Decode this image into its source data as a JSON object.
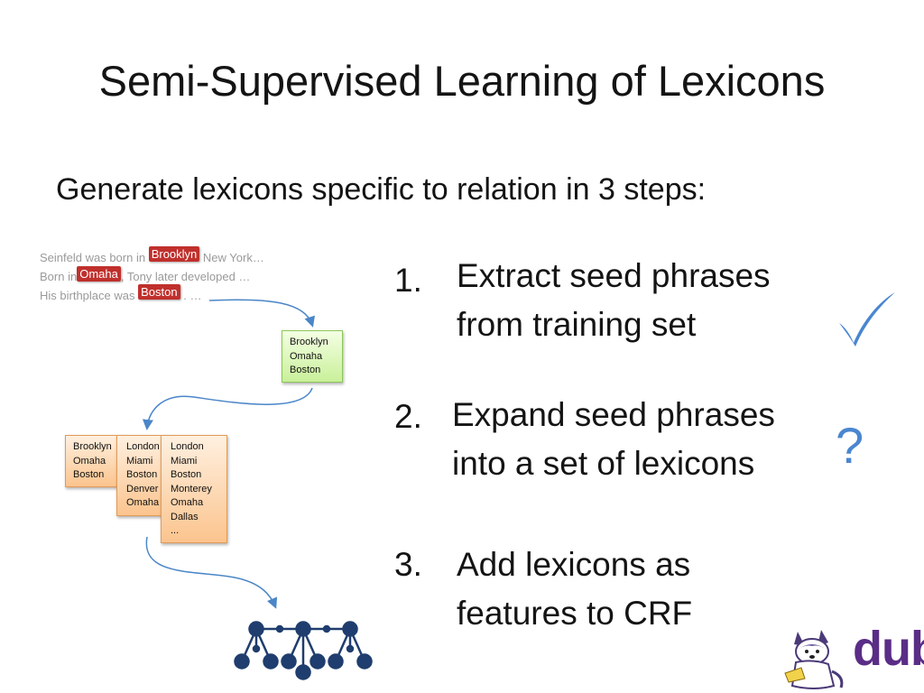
{
  "slide": {
    "title": "Semi-Supervised Learning of Lexicons",
    "subtitle": "Generate lexicons specific to relation in 3 steps:"
  },
  "sentences": [
    {
      "before": "Seinfeld was born in",
      "highlight": "Brooklyn",
      "after": "New York…"
    },
    {
      "before": "Born in",
      "highlight": "Omaha",
      "after": ", Tony later developed …"
    },
    {
      "before": "His birthplace was",
      "highlight": "Boston",
      "after": ". …"
    }
  ],
  "seed_list": [
    "Brooklyn",
    "Omaha",
    "Boston"
  ],
  "lexicons": [
    [
      "Brooklyn",
      "Omaha",
      "Boston"
    ],
    [
      "London",
      "Miami",
      "Boston",
      "Denver",
      "Omaha"
    ],
    [
      "London",
      "Miami",
      "Boston",
      "Monterey",
      "Omaha",
      "Dallas",
      "..."
    ]
  ],
  "steps": [
    {
      "number": "1.",
      "line1": "Extract seed phrases",
      "line2": "from training set",
      "status": "done"
    },
    {
      "number": "2.",
      "line1": "Expand seed phrases",
      "line2": "into a set of lexicons",
      "status": "question",
      "status_glyph": "?"
    },
    {
      "number": "3.",
      "line1": "Add lexicons as",
      "line2": "features to CRF"
    }
  ],
  "logo": {
    "text": "dub"
  },
  "colors": {
    "highlight": "#c0302c",
    "arrow": "#4a86c8",
    "tree": "#1f3d6e",
    "check": "#4a86d0",
    "logo": "#5a2d86",
    "seed_box": "#c9f09a",
    "lexicon_card": "#fbc48e"
  },
  "icons": [
    "checkmark-icon",
    "question-mark-icon",
    "crf-tree-icon",
    "husky-mascot-icon",
    "dub-logo"
  ]
}
